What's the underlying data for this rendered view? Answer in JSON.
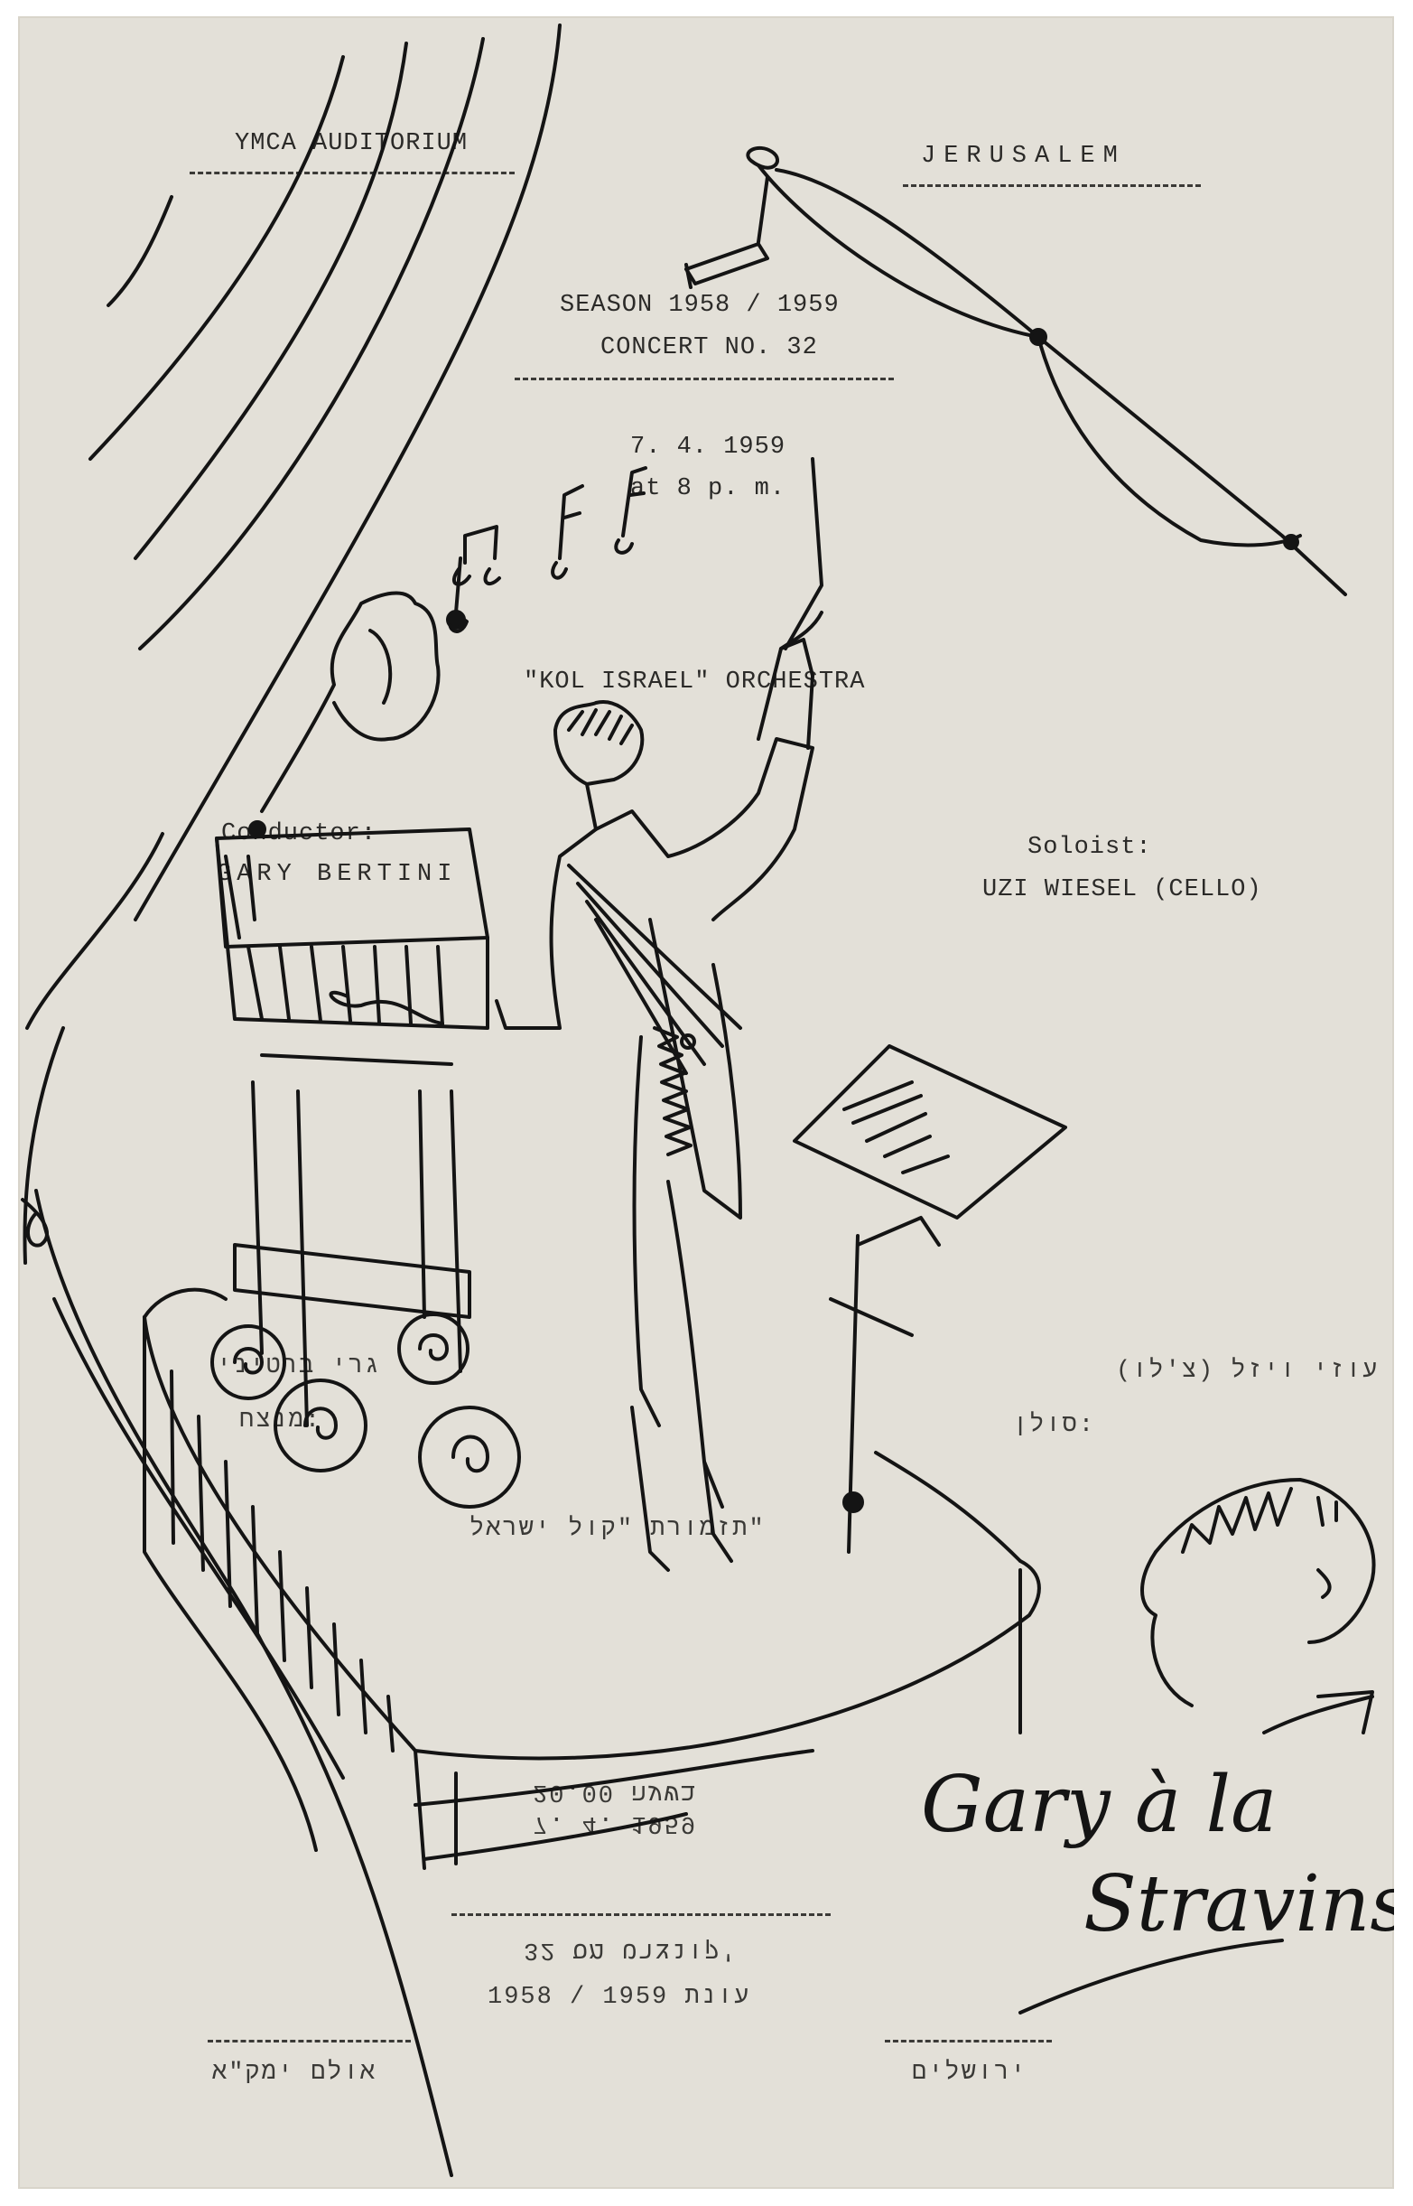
{
  "program": {
    "venue": "YMCA AUDITORIUM",
    "city": "JERUSALEM",
    "season": "SEASON 1958 / 1959",
    "concert": "CONCERT NO. 32",
    "date": "7. 4. 1959",
    "time": "at 8 p. m.",
    "orchestra": "\"KOL ISRAEL\" ORCHESTRA",
    "conductor_label": "Conductor:",
    "conductor_name": "GARY BERTINI",
    "soloist_label": "Soloist:",
    "soloist_name": "UZI WIESEL (CELLO)"
  },
  "hebrew_text": {
    "soloist_name": "עוזי ויזל (צ'לו)",
    "soloist_label": "סולן:",
    "conductor_name": "גרי ברטיני",
    "conductor_label": "מנצח:",
    "orchestra": "תזמורת \"קול ישראל\"",
    "time": "20.00 בשעה",
    "date": "7. 4. 1959",
    "concert": "32 קונצרט מס'",
    "season": "1958 / 1959 עונת",
    "venue": "אולם ימק\"א",
    "city": "ירושלים"
  },
  "signature": {
    "line1": "Gary à la",
    "line2": "Stravinsky"
  },
  "drawing": {
    "subjects": [
      "conductor-with-baton",
      "gramophone-on-wheeled-cart",
      "music-stand",
      "stage",
      "curtain",
      "music-notes",
      "spotlight",
      "stravinsky-caricature"
    ],
    "ink_color": "#141414",
    "paper_color": "#e3e0d8",
    "type_color": "#2b2a28"
  }
}
